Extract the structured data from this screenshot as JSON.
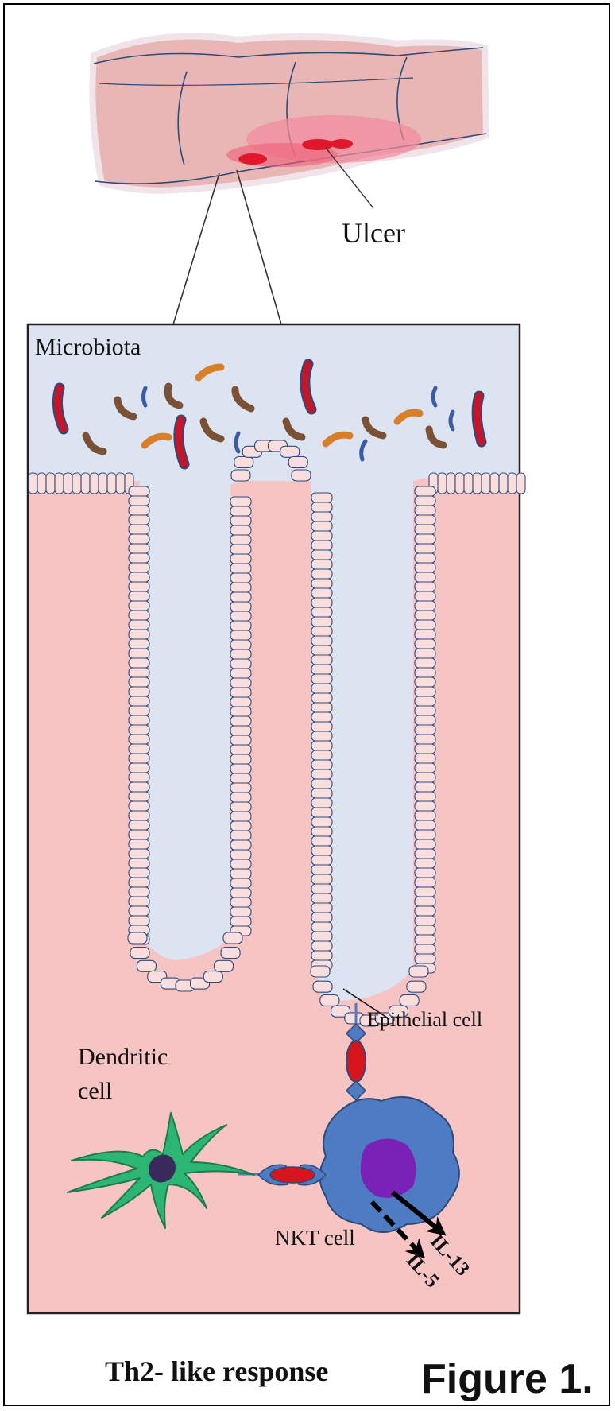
{
  "labels": {
    "ulcer": "Ulcer",
    "microbiota": "Microbiota",
    "epithelial_cell": "Epithelial cell",
    "dendritic_cell_line1": "Dendritic",
    "dendritic_cell_line2": "cell",
    "nkt_cell": "NKT cell",
    "il13": "IL-13",
    "il5": "IL-5",
    "response": "Th2- like response",
    "figure": "Figure 1."
  },
  "colors": {
    "tissue_pink": "#f7c4c4",
    "lumen_blue": "#dce4f1",
    "outline_navy": "#2e4a7a",
    "ulcer_red": "#e8283c",
    "nkt_blue": "#4d7cc2",
    "nkt_nucleus": "#7a22b8",
    "dendritic_green": "#2bb673",
    "bacteria_red": "#c4162a",
    "bacteria_brown": "#7b5136",
    "bacteria_orange": "#d97f2a",
    "bacteria_blue": "#3b5aa8"
  }
}
